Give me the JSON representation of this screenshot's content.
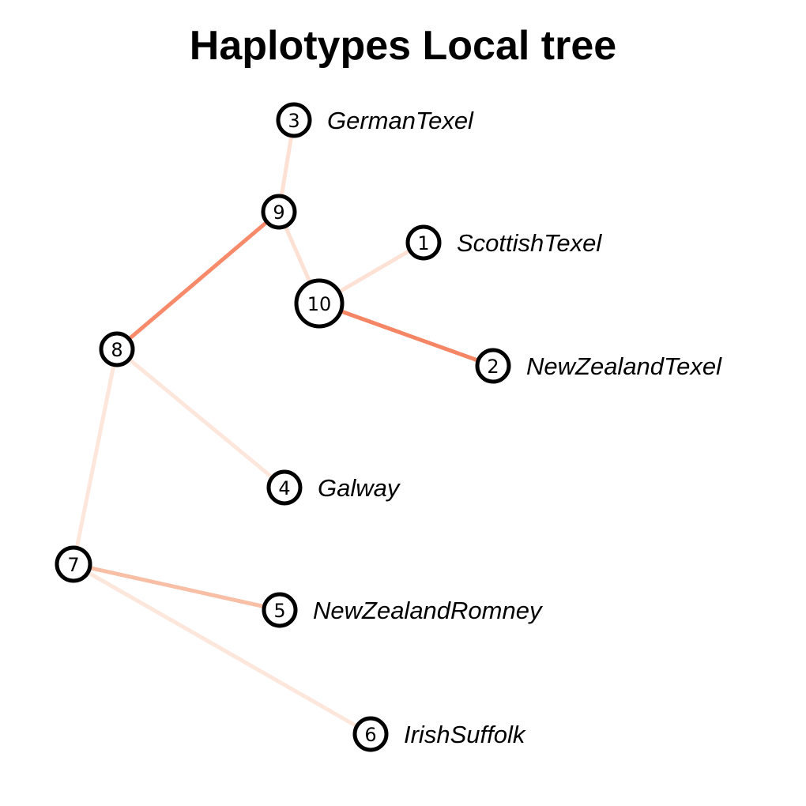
{
  "title": "Haplotypes Local tree",
  "nodes": [
    {
      "id": "1",
      "label": "ScottishTexel"
    },
    {
      "id": "2",
      "label": "NewZealandTexel"
    },
    {
      "id": "3",
      "label": "GermanTexel"
    },
    {
      "id": "4",
      "label": "Galway"
    },
    {
      "id": "5",
      "label": "NewZealandRomney"
    },
    {
      "id": "6",
      "label": "IrishSuffolk"
    },
    {
      "id": "7",
      "label": ""
    },
    {
      "id": "8",
      "label": ""
    },
    {
      "id": "9",
      "label": ""
    },
    {
      "id": "10",
      "label": ""
    }
  ],
  "edges": [
    {
      "from": "9",
      "to": "3",
      "color": "#fde1d4"
    },
    {
      "from": "9",
      "to": "10",
      "color": "#fde1d4"
    },
    {
      "from": "10",
      "to": "1",
      "color": "#fde1d4"
    },
    {
      "from": "10",
      "to": "2",
      "color": "#f48565"
    },
    {
      "from": "8",
      "to": "9",
      "color": "#f68a6b"
    },
    {
      "from": "8",
      "to": "4",
      "color": "#fde6dc"
    },
    {
      "from": "8",
      "to": "7",
      "color": "#fde6dc"
    },
    {
      "from": "7",
      "to": "5",
      "color": "#f8bea6"
    },
    {
      "from": "7",
      "to": "6",
      "color": "#fde6dc"
    }
  ]
}
